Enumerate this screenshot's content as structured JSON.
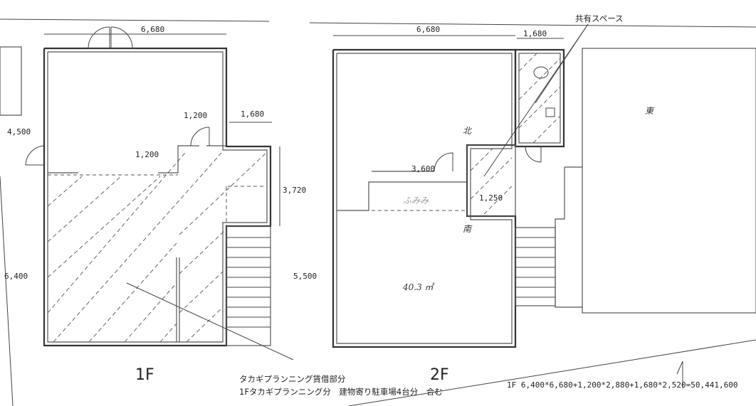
{
  "floor_labels": {
    "first": "1F",
    "second": "2F"
  },
  "dimensions": {
    "f1_top_width": "6,680",
    "f1_inner_width": "1,200",
    "f1_inner_step": "1,200",
    "f1_side_right": "1,680",
    "f1_left_height": "4,500",
    "f1_right_height": "3,720",
    "f1_total_height": "6,400",
    "f2_top_width": "6,680",
    "f2_top_right": "1,680",
    "f2_mid_width": "3,600",
    "f2_small": "1,250",
    "f2_height": "5,500"
  },
  "annotations": {
    "shared_space": "共有スペース",
    "rental_part": "タカギプランニング賃借部分",
    "first_floor_note": "1Fタカギプランニング分　建物寄り駐車場4台分　合む",
    "formula": "1F 6,400*6,680+1,200*2,880+1,680*2,520=50,441,600"
  },
  "handwritten": {
    "north": "北",
    "south": "南",
    "east": "東",
    "area": "40.3 ㎡",
    "faint": "ふみみ"
  }
}
